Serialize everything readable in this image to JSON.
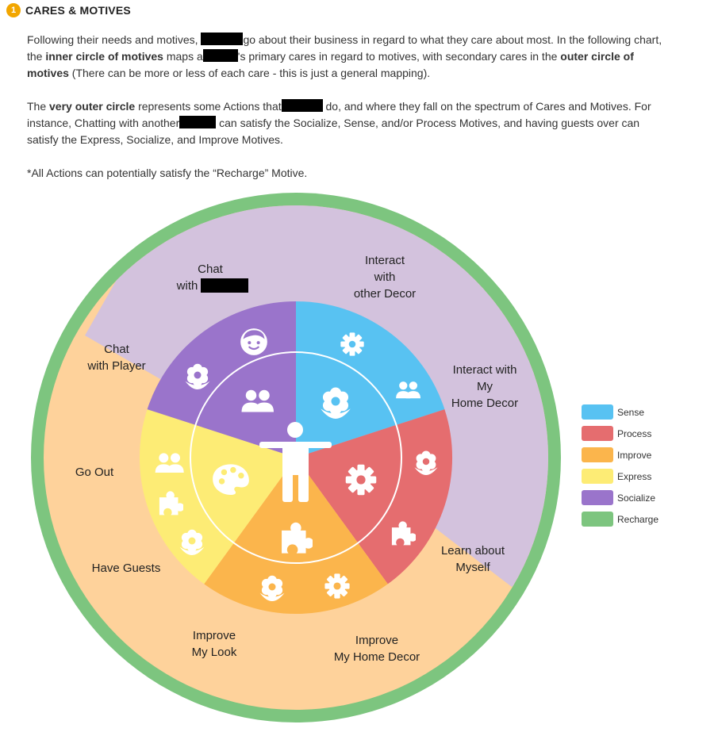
{
  "header": {
    "badge": "1",
    "title": "CARES & MOTIVES"
  },
  "paragraph1": {
    "s1": "Following their needs and motives, ",
    "s2": "go about their business in regard to what they care about most. In the following chart, the ",
    "b1": "inner circle of motives",
    "s3": " maps a",
    "s4": "'s primary cares in regard to motives, with secondary cares in the ",
    "b2": "outer circle of motives",
    "s5": " (There can be more or less of each care - this is just a general mapping)."
  },
  "paragraph2": {
    "s1": "The ",
    "b1": "very outer circle",
    "s2": " represents some Actions that",
    "s3": " do, and where they fall on the spectrum of Cares and Motives. For instance, Chatting with another",
    "s4": " can satisfy the Socialize, Sense, and/or Process Motives, and having guests over can satisfy the Express, Socialize, and Improve Motives."
  },
  "note": "*All Actions can potentially satisfy the “Recharge” Motive.",
  "colors": {
    "sense": "#58c2f2",
    "process": "#e56d6f",
    "improve": "#fbb54c",
    "express": "#fdec75",
    "socialize": "#9a74cb",
    "recharge": "#7dc57f",
    "outer_purple": "#d3c2dd",
    "outer_peach": "#fed29b"
  },
  "legend": [
    {
      "label": "Sense",
      "color": "#58c2f2"
    },
    {
      "label": "Process",
      "color": "#e56d6f"
    },
    {
      "label": "Improve",
      "color": "#fbb54c"
    },
    {
      "label": "Express",
      "color": "#fdec75"
    },
    {
      "label": "Socialize",
      "color": "#9a74cb"
    },
    {
      "label": "Recharge",
      "color": "#7dc57f"
    }
  ],
  "actions": {
    "chat_npc_l1": "Chat",
    "chat_npc_l2": "with",
    "interact_other_l1": "Interact",
    "interact_other_l2": "with",
    "interact_other_l3": "other Decor",
    "chat_player_l1": "Chat",
    "chat_player_l2": "with Player",
    "interact_my_l1": "Interact with",
    "interact_my_l2": "My",
    "interact_my_l3": "Home Decor",
    "go_out": "Go Out",
    "learn_l1": "Learn about",
    "learn_l2": "Myself",
    "have_guests": "Have Guests",
    "improve_look_l1": "Improve",
    "improve_look_l2": "My Look",
    "improve_decor_l1": "Improve",
    "improve_decor_l2": "My Home Decor"
  },
  "icons": [
    "gear-icon",
    "flower-icon",
    "people-icon",
    "puzzle-icon",
    "palette-icon",
    "face-icon",
    "person-icon"
  ]
}
